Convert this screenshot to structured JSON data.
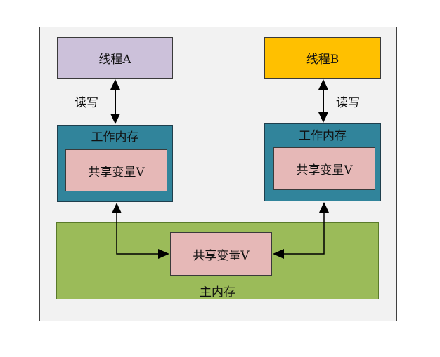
{
  "thread_a": {
    "label": "线程A",
    "color": "#ccc1da"
  },
  "thread_b": {
    "label": "线程B",
    "color": "#ffc000"
  },
  "read_write_a": "读写",
  "read_write_b": "读写",
  "working_memory_a": {
    "title": "工作内存",
    "shared_variable": "共享变量V",
    "color": "#31849b"
  },
  "working_memory_b": {
    "title": "工作内存",
    "shared_variable": "共享变量V",
    "color": "#31849b"
  },
  "main_memory": {
    "title": "主内存",
    "shared_variable": "共享变量V",
    "color": "#9bbb59"
  },
  "shared_variable_color": "#e6b8b7"
}
